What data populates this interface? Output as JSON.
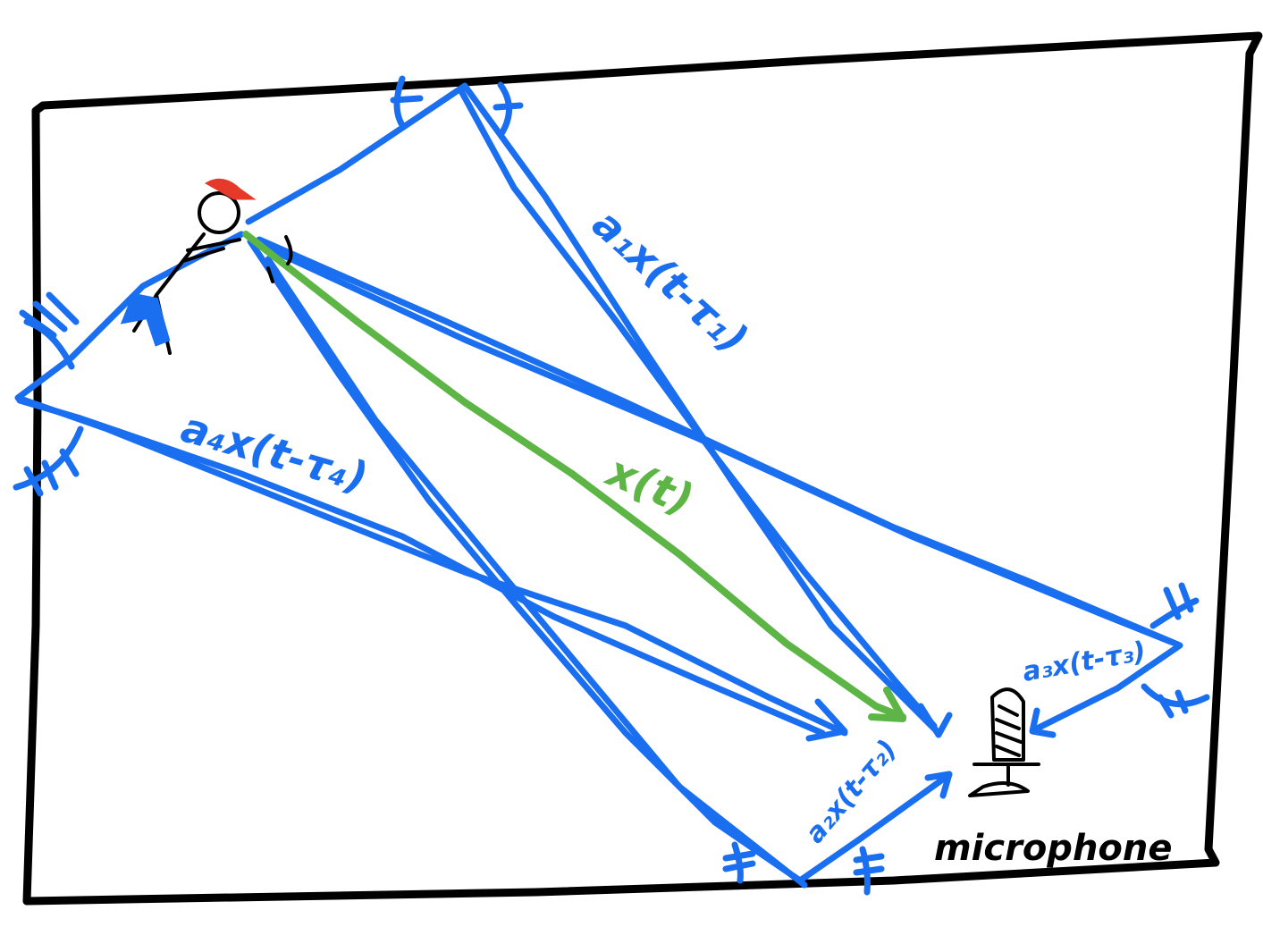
{
  "labels": {
    "path1": "a₁x(t-τ₁)",
    "path2": "a₂x(t-τ₂)",
    "path3": "a₃x(t-τ₃)",
    "path4": "a₄x(t-τ₄)",
    "direct": "x(t)",
    "microphone": "microphone"
  },
  "colors": {
    "reflection": "#1a6ef0",
    "direct": "#5cb545",
    "frame": "#000000",
    "cap": "#e53a2a"
  },
  "icons": {
    "speaker": "stick-figure-icon",
    "mic": "microphone-icon"
  }
}
